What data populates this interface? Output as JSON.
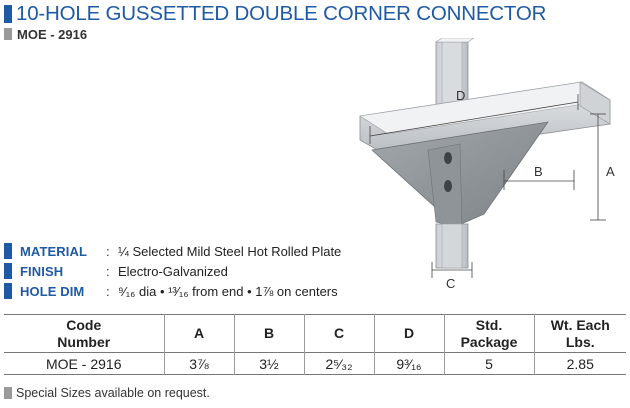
{
  "header": {
    "title": "10-HOLE GUSSETTED DOUBLE CORNER CONNECTOR",
    "part_number": "MOE - 2916"
  },
  "diagram": {
    "label_d": "D",
    "label_b": "B",
    "label_a": "A",
    "label_c": "C"
  },
  "specs": [
    {
      "label": "MATERIAL",
      "colon": ":",
      "value": "¼ Selected Mild Steel Hot Rolled Plate"
    },
    {
      "label": "FINISH",
      "colon": ":",
      "value": "Electro-Galvanized"
    },
    {
      "label": "HOLE DIM",
      "colon": ":",
      "value": "⁹⁄₁₆ dia  •  ¹³⁄₁₆ from end  •  1⅞  on centers"
    }
  ],
  "table": {
    "headers": [
      "Code\nNumber",
      "A",
      "B",
      "C",
      "D",
      "Std.\nPackage",
      "Wt. Each\nLbs."
    ],
    "rows": [
      [
        "MOE - 2916",
        "3⅞",
        "3½",
        "2⁵⁄₃₂",
        "9³⁄₁₆",
        "5",
        "2.85"
      ]
    ]
  },
  "note": "Special Sizes available on request.",
  "colors": {
    "brand_blue": "#1f5aa6",
    "accent_gray": "#9a9a9a"
  }
}
